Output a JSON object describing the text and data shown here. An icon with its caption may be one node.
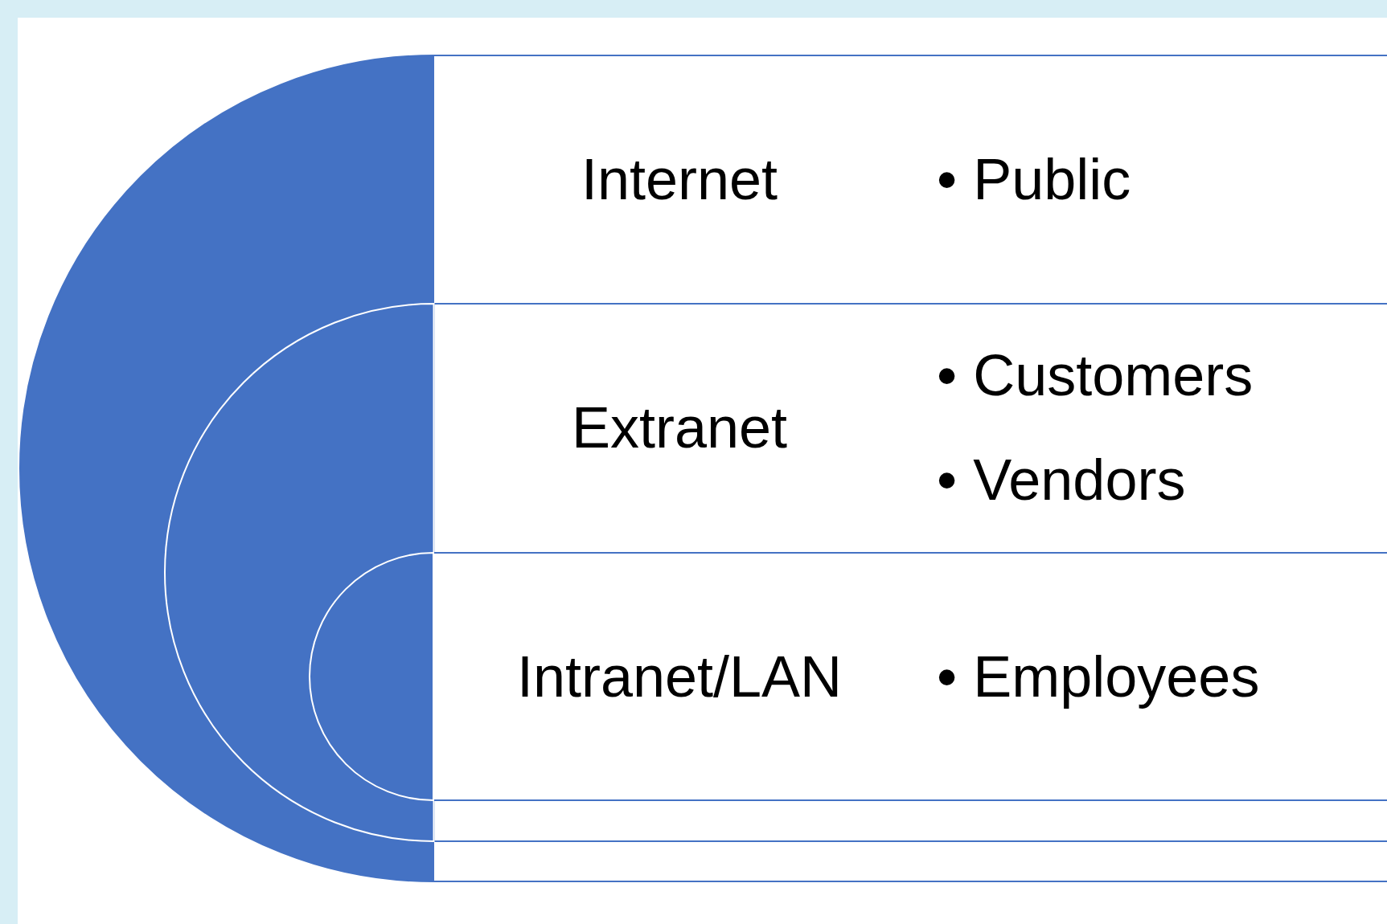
{
  "diagram": {
    "nodes": [
      {
        "text": [
          "Internet",
          "• Public"
        ]
      },
      {
        "text": [
          "Extranet",
          "• Customers",
          "• Vendors"
        ],
        "in": 0
      },
      {
        "text": [
          "Intranet/LAN",
          "• Employees"
        ],
        "in": 1
      }
    ]
  }
}
